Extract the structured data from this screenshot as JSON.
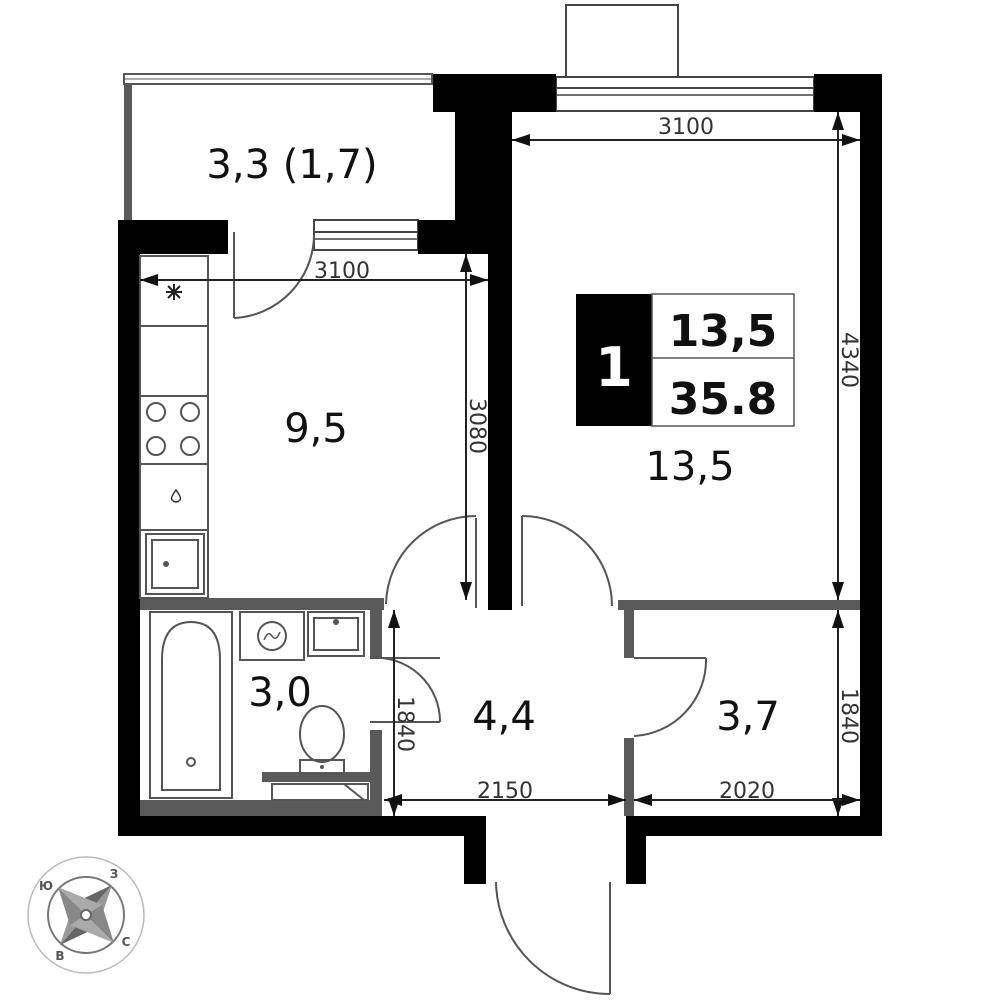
{
  "rooms": {
    "loggia": "3,3 (1,7)",
    "kitchen": "9,5",
    "living": "13,5",
    "bathroom": "3,0",
    "hall": "4,4",
    "storage": "3,7"
  },
  "badge": {
    "rooms_count": "1",
    "living_area": "13,5",
    "total_area": "35.8"
  },
  "dimensions": {
    "living_width": "3100",
    "kitchen_width": "3100",
    "living_height": "4340",
    "kitchen_height": "3080",
    "bath_height": "1840",
    "storage_height": "1840",
    "hall_width": "2150",
    "storage_width": "2020"
  },
  "compass": {
    "north": "З",
    "south": "Ю",
    "east": "С",
    "west": "В"
  }
}
